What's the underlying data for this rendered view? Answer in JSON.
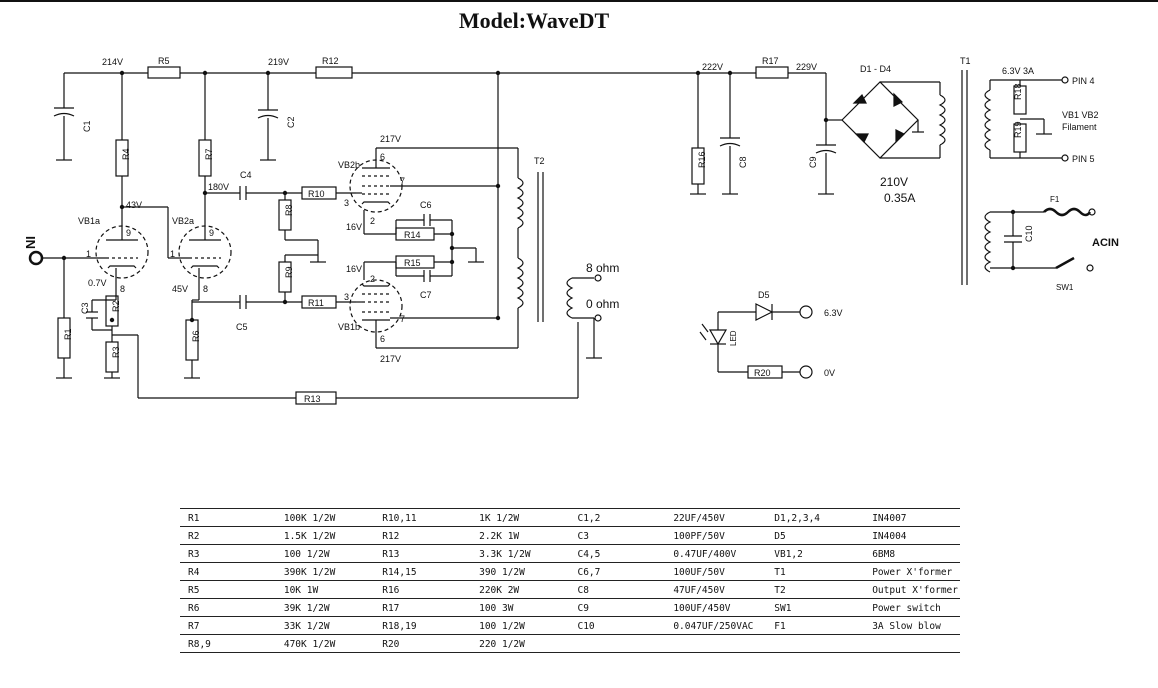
{
  "title": "Model:WaveDT",
  "labels": {
    "v214": "214V",
    "v219": "219V",
    "v222": "222V",
    "v229": "229V",
    "d1d4": "D1 - D4",
    "t1": "T1",
    "fil_v": "6.3V 3A",
    "pin4": "PIN 4",
    "pin5": "PIN 5",
    "vb_fil": "VB1 VB2",
    "filament": "Filament",
    "v210": "210V",
    "a035": "0.35A",
    "v217a": "217V",
    "v217b": "217V",
    "v180": "180V",
    "v43": "43V",
    "v07": "0.7V",
    "v45": "45V",
    "v16a": "16V",
    "v16b": "16V",
    "ohm8": "8 ohm",
    "ohm0": "0 ohm",
    "in": "IN",
    "acin": "ACIN",
    "sw1": "SW1",
    "f1": "F1",
    "v63": "6.3V",
    "v0": "0V",
    "led": "LED",
    "vb1a": "VB1a",
    "vb2a": "VB2a",
    "vb2b": "VB2b",
    "vb1b": "VB1b",
    "t2": "T2",
    "r1": "R1",
    "r2": "R2",
    "r3": "R3",
    "r4": "R4",
    "r5": "R5",
    "r6": "R6",
    "r7": "R7",
    "r8": "R8",
    "r9": "R9",
    "r10": "R10",
    "r11": "R11",
    "r12": "R12",
    "r13": "R13",
    "r14": "R14",
    "r15": "R15",
    "r16": "R16",
    "r17": "R17",
    "r18": "R18",
    "r19": "R19",
    "r20": "R20",
    "c1": "C1",
    "c2": "C2",
    "c3": "C3",
    "c4": "C4",
    "c5": "C5",
    "c6": "C6",
    "c7": "C7",
    "c8": "C8",
    "c9": "C9",
    "c10": "C10",
    "d5": "D5",
    "p1a": "1",
    "p9a": "9",
    "p8a": "8",
    "p1b": "1",
    "p9b": "9",
    "p8b": "8",
    "p6a": "6",
    "p7a": "7",
    "p3a": "3",
    "p2a": "2",
    "p2b": "2",
    "p3b": "3",
    "p7b": "7",
    "p6b": "6"
  },
  "bom": [
    [
      "R1",
      "100K 1/2W",
      "R10,11",
      "1K 1/2W",
      "C1,2",
      "22UF/450V",
      "D1,2,3,4",
      "IN4007"
    ],
    [
      "R2",
      "1.5K 1/2W",
      "R12",
      "2.2K 1W",
      "C3",
      "100PF/50V",
      "D5",
      "IN4004"
    ],
    [
      "R3",
      "100 1/2W",
      "R13",
      "3.3K 1/2W",
      "C4,5",
      "0.47UF/400V",
      "VB1,2",
      "6BM8"
    ],
    [
      "R4",
      "390K 1/2W",
      "R14,15",
      "390 1/2W",
      "C6,7",
      "100UF/50V",
      "T1",
      "Power X'former"
    ],
    [
      "R5",
      "10K 1W",
      "R16",
      "220K 2W",
      "C8",
      "47UF/450V",
      "T2",
      "Output X'former"
    ],
    [
      "R6",
      "39K 1/2W",
      "R17",
      "100 3W",
      "C9",
      "100UF/450V",
      "SW1",
      "Power switch"
    ],
    [
      "R7",
      "33K 1/2W",
      "R18,19",
      "100 1/2W",
      "C10",
      "0.047UF/250VAC",
      "F1",
      "3A Slow blow"
    ],
    [
      "R8,9",
      "470K 1/2W",
      "R20",
      "220 1/2W",
      "",
      "",
      "",
      ""
    ]
  ]
}
